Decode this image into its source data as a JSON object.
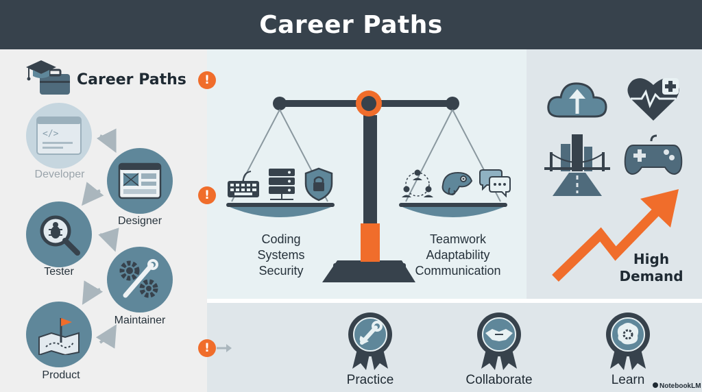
{
  "header": {
    "title": "Career Paths"
  },
  "left_panel": {
    "title": "Career Paths",
    "roles": [
      {
        "label": "Developer",
        "icon": "code-window-icon",
        "highlighted": false
      },
      {
        "label": "Designer",
        "icon": "layout-window-icon",
        "highlighted": true
      },
      {
        "label": "Tester",
        "icon": "bug-magnifier-icon",
        "highlighted": true
      },
      {
        "label": "Maintainer",
        "icon": "gears-wrench-icon",
        "highlighted": true
      },
      {
        "label": "Product",
        "icon": "map-flag-icon",
        "highlighted": true
      }
    ]
  },
  "balance": {
    "left_pan": {
      "icons": [
        "keyboard-icon",
        "server-icon",
        "shield-lock-icon"
      ],
      "lines": [
        "Coding",
        "Systems",
        "Security"
      ]
    },
    "right_pan": {
      "icons": [
        "team-network-icon",
        "chameleon-icon",
        "chat-bubbles-icon"
      ],
      "lines": [
        "Teamwork",
        "Adaptability",
        "Communication"
      ]
    }
  },
  "right_panel": {
    "icons": [
      "cloud-upload-icon",
      "heart-health-icon",
      "city-bridge-icon",
      "gamepad-icon",
      "trend-arrow-icon"
    ],
    "label_lines": [
      "High",
      "Demand"
    ]
  },
  "badges": [
    {
      "label": "Practice",
      "icon": "wrench-hand-icon"
    },
    {
      "label": "Collaborate",
      "icon": "handshake-icon"
    },
    {
      "label": "Learn",
      "icon": "brain-gear-icon"
    }
  ],
  "alerts": [
    "!",
    "!",
    "!"
  ],
  "watermark": {
    "text": "NotebookLM"
  },
  "colors": {
    "header": "#37424c",
    "accent": "#f06d2b",
    "role": "#5f879a",
    "steel": "#4f6b7c",
    "dark": "#37424c"
  }
}
